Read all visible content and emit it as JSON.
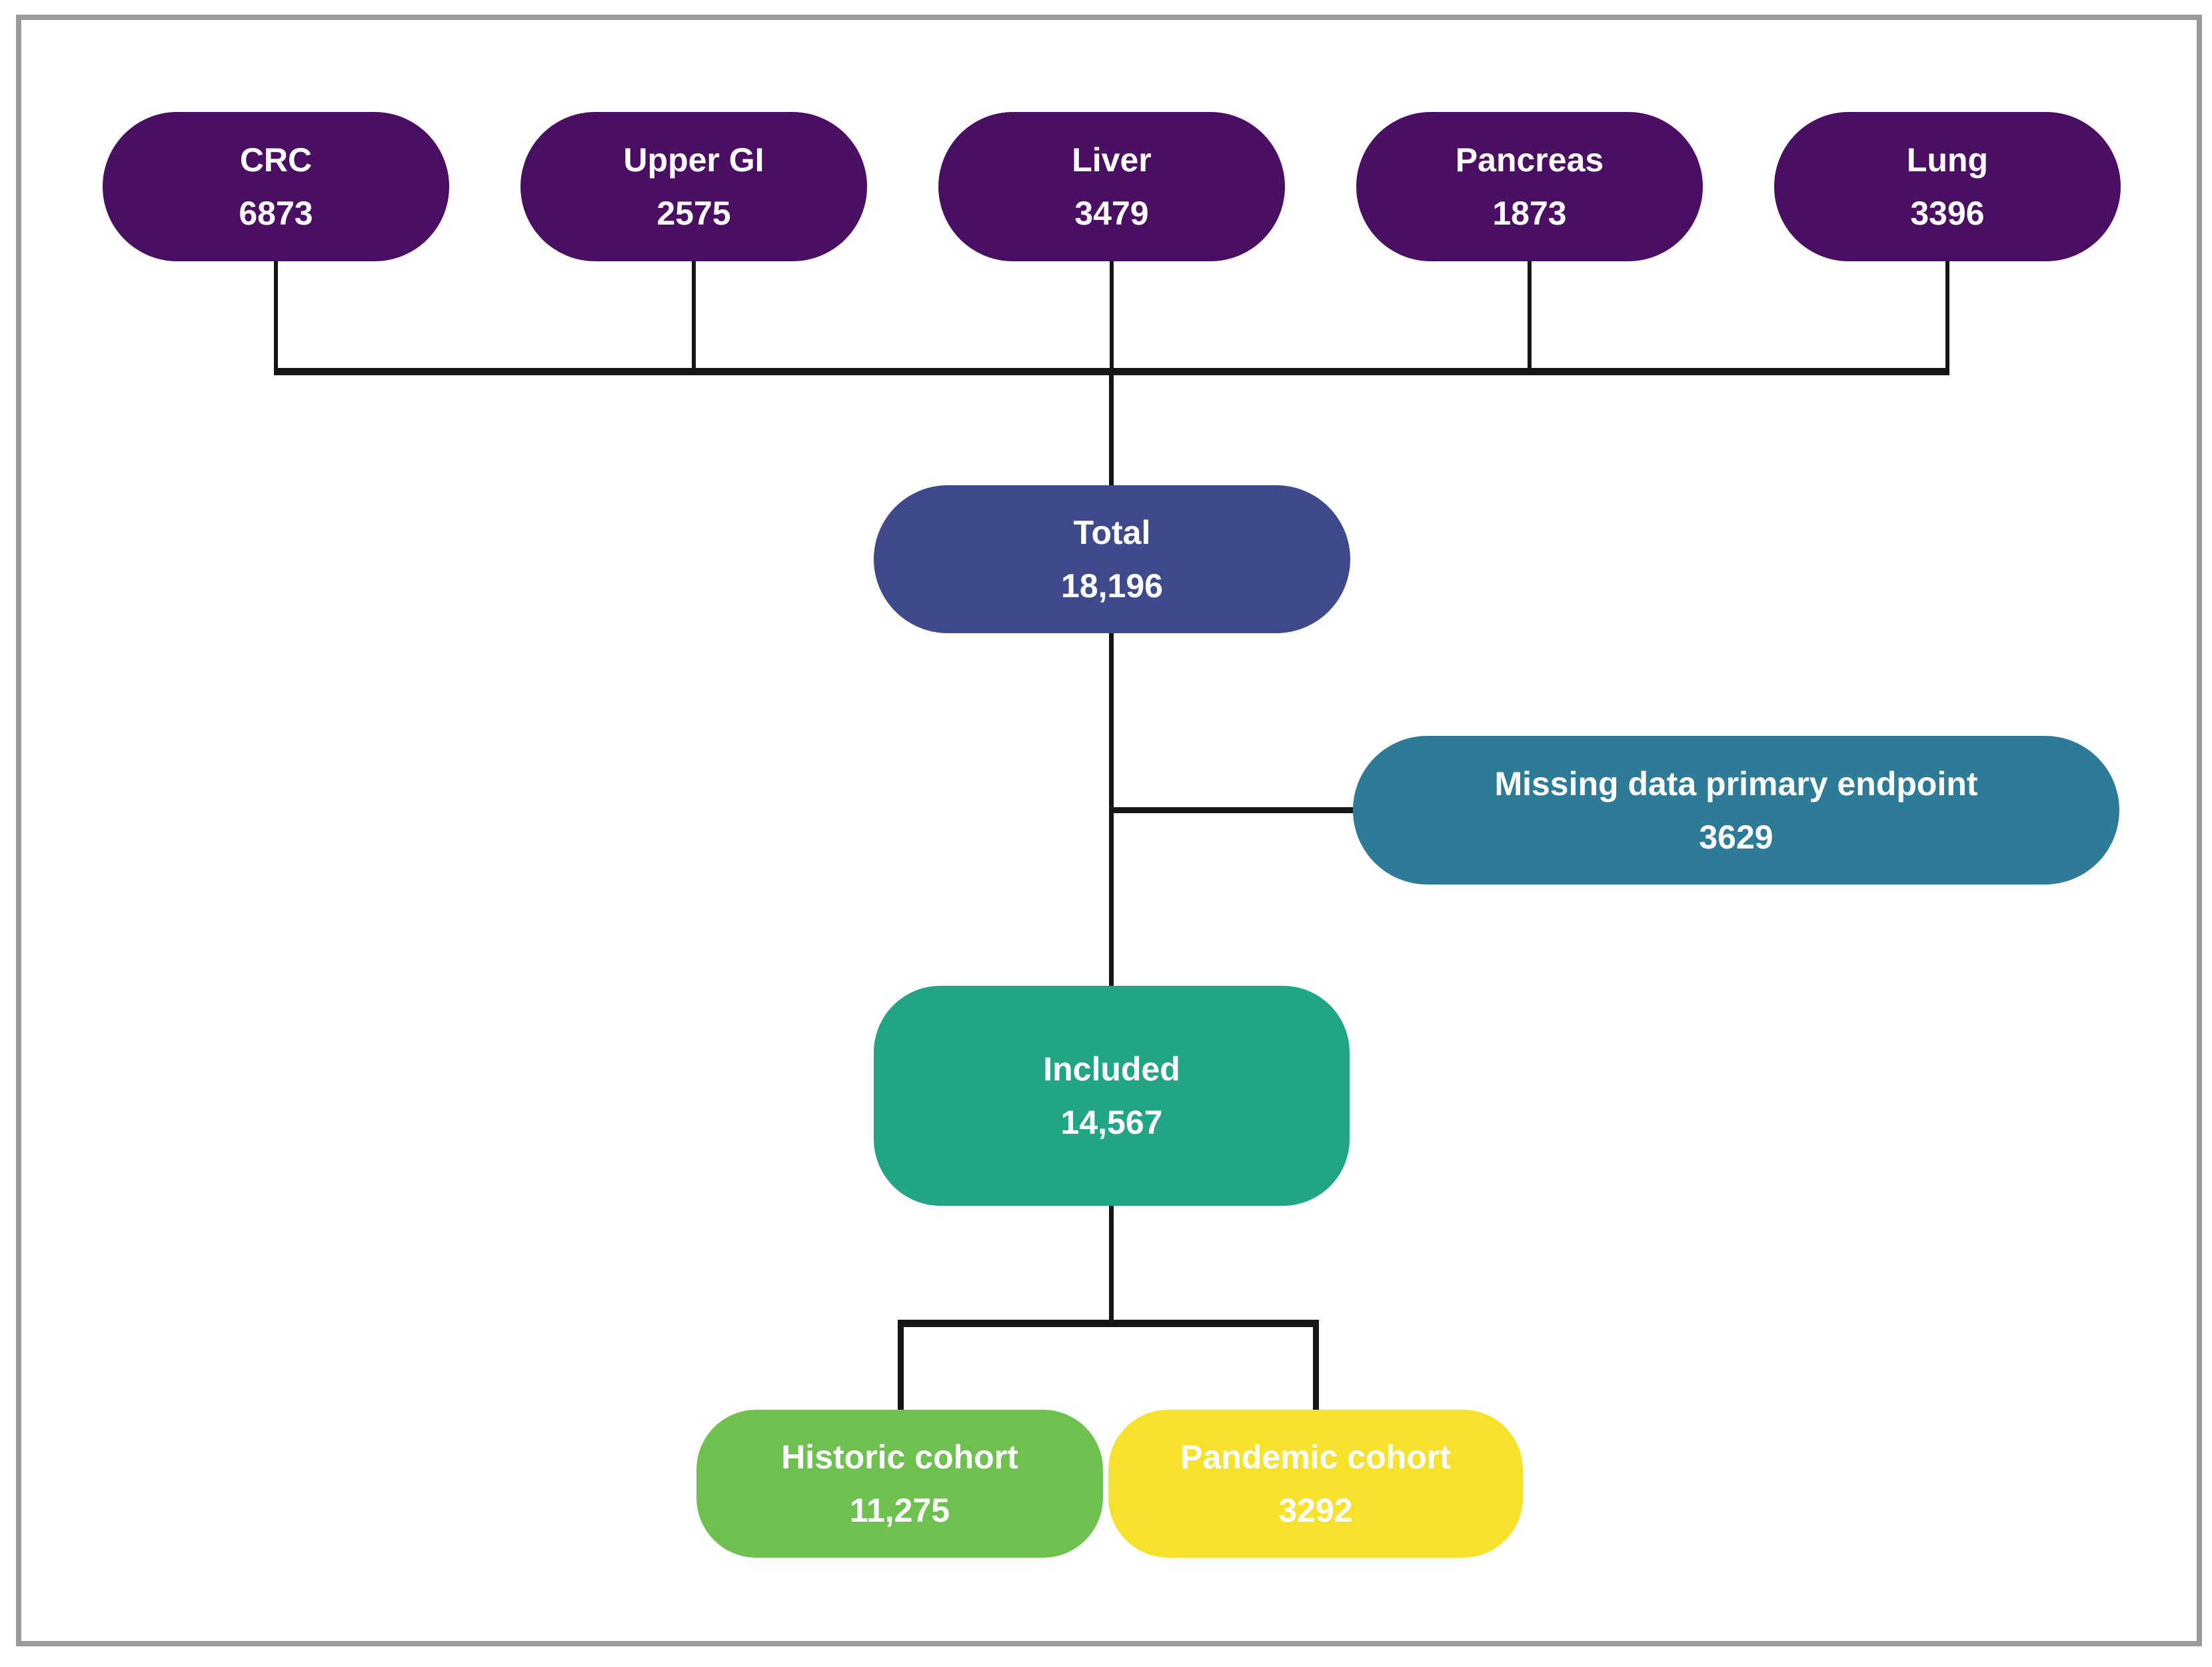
{
  "figure": {
    "description": "Patient flow diagram of cancer cohorts",
    "background_color": "#ffffff",
    "border_color": "#9a9a9a",
    "connector_color": "#161616",
    "text_color": "#ffffff",
    "nodes": {
      "crc": {
        "label": "CRC",
        "value": "6873",
        "color": "#4a0e63"
      },
      "upper_gi": {
        "label": "Upper GI",
        "value": "2575",
        "color": "#4a0e63"
      },
      "liver": {
        "label": "Liver",
        "value": "3479",
        "color": "#4a0e63"
      },
      "pancreas": {
        "label": "Pancreas",
        "value": "1873",
        "color": "#4a0e63"
      },
      "lung": {
        "label": "Lung",
        "value": "3396",
        "color": "#4a0e63"
      },
      "total": {
        "label": "Total",
        "value": "18,196",
        "color": "#3f4a8d"
      },
      "missing": {
        "label": "Missing data primary endpoint",
        "value": "3629",
        "color": "#2d7b96"
      },
      "included": {
        "label": "Included",
        "value": "14,567",
        "color": "#21a585"
      },
      "historic": {
        "label": "Historic cohort",
        "value": "11,275",
        "color": "#6ec04f"
      },
      "pandemic": {
        "label": "Pandemic cohort",
        "value": "3292",
        "color": "#f6e22a"
      }
    }
  }
}
